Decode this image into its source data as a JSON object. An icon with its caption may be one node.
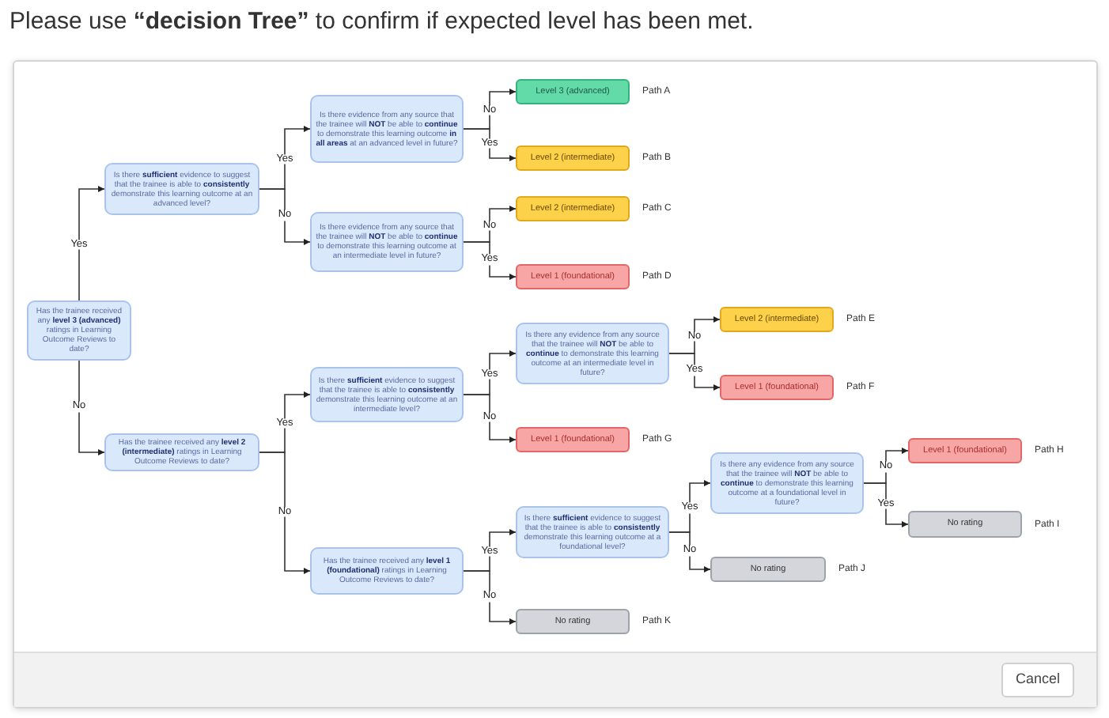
{
  "diagram": {
    "title": "Please use **“decision Tree”** to confirm if expected level has been met.",
    "nodes": [
      {
        "text": [
          "Has the trainee received any **level 3 (advanced)** ratings in Learning Outcome Reviews to date?"
        ]
      },
      {
        "text": [
          "Is there **sufficient** evidence to suggest that the trainee is able to **consistently** demonstrate this learning outcome at an advanced level?"
        ]
      },
      {
        "text": [
          "Is there evidence from any source that the trainee will **NOT** be able to **continue** to demonstrate this learning outcome **in all areas** at an advanced level in future?"
        ]
      },
      {
        "text": [
          "Level 3 (advanced)"
        ],
        "beside": [
          "Path A"
        ]
      },
      {
        "text": [
          "Level 2 (intermediate)"
        ],
        "beside": [
          "Path B"
        ]
      },
      {
        "text": [
          "Is there evidence from any source that the trainee will **NOT** be able to **continue** to demonstrate this learning outcome at an intermediate level in future?"
        ]
      },
      {
        "text": [
          "Level 2 (intermediate)"
        ],
        "beside": [
          "Path C"
        ]
      },
      {
        "text": [
          "Level 1 (foundational)"
        ],
        "beside": [
          "Path D"
        ]
      },
      {
        "text": [
          "Has the trainee received any **level 2 (intermediate)** ratings in Learning Outcome Reviews to date?"
        ]
      },
      {
        "text": [
          "Is there **sufficient** evidence to suggest that the trainee is able to **consistently** demonstrate this learning outcome at an intermediate level?"
        ]
      },
      {
        "text": [
          "Is there any evidence from any source that the trainee will **NOT** be able to **continue** to demonstrate this learning outcome at an intermediate level in future?"
        ]
      },
      {
        "text": [
          "Level 2 (intermediate)"
        ],
        "beside": [
          "Path E"
        ]
      },
      {
        "text": [
          "Level 1 (foundational)"
        ],
        "beside": [
          "Path F"
        ]
      },
      {
        "text": [
          "Level 1 (foundational)"
        ],
        "beside": [
          "Path G"
        ]
      },
      {
        "text": [
          "Has the trainee received any **level 1 (foundational)** ratings in Learning Outcome Reviews to date?"
        ]
      },
      {
        "text": [
          "Is there **sufficient** evidence to suggest that the trainee is able to **consistently** demonstrate this learning outcome at a foundational level?"
        ]
      },
      {
        "text": [
          "Is there any evidence from any source that the trainee will **NOT** be able to **continue** to demonstrate this learning outcome at a foundational level in future?"
        ]
      },
      {
        "text": [
          "Level 1 (foundational)"
        ],
        "beside": [
          "Path H"
        ]
      },
      {
        "text": [
          "No rating"
        ],
        "beside": [
          "Path I"
        ]
      },
      {
        "text": [
          "No rating"
        ],
        "beside": [
          "Path J"
        ]
      },
      {
        "text": [
          "No rating"
        ],
        "beside": [
          "Path K"
        ]
      }
    ],
    "edges": [
      {
        "from": 0,
        "to": 1,
        "arrow": "to",
        "label": "Yes"
      },
      {
        "from": 0,
        "to": 8,
        "arrow": "to",
        "label": "No"
      },
      {
        "from": 1,
        "to": 2,
        "arrow": "to",
        "label": "Yes"
      },
      {
        "from": 1,
        "to": 5,
        "arrow": "to",
        "label": "No"
      },
      {
        "from": 2,
        "to": 3,
        "arrow": "to",
        "label": "No"
      },
      {
        "from": 2,
        "to": 4,
        "arrow": "to",
        "label": "Yes"
      },
      {
        "from": 5,
        "to": 6,
        "arrow": "to",
        "label": "No"
      },
      {
        "from": 5,
        "to": 7,
        "arrow": "to",
        "label": "Yes"
      },
      {
        "from": 8,
        "to": 9,
        "arrow": "to",
        "label": "Yes"
      },
      {
        "from": 8,
        "to": 14,
        "arrow": "to",
        "label": "No"
      },
      {
        "from": 9,
        "to": 10,
        "arrow": "to",
        "label": "Yes"
      },
      {
        "from": 9,
        "to": 13,
        "arrow": "to",
        "label": "No"
      },
      {
        "from": 10,
        "to": 11,
        "arrow": "to",
        "label": "No"
      },
      {
        "from": 10,
        "to": 12,
        "arrow": "to",
        "label": "Yes"
      },
      {
        "from": 14,
        "to": 15,
        "arrow": "to",
        "label": "Yes"
      },
      {
        "from": 14,
        "to": 20,
        "arrow": "to",
        "label": "No"
      },
      {
        "from": 15,
        "to": 16,
        "arrow": "to",
        "label": "Yes"
      },
      {
        "from": 15,
        "to": 19,
        "arrow": "to",
        "label": "No"
      },
      {
        "from": 16,
        "to": 17,
        "arrow": "to",
        "label": "No"
      },
      {
        "from": 16,
        "to": 18,
        "arrow": "to",
        "label": "Yes"
      }
    ],
    "labels": [
      "Cancel"
    ]
  }
}
